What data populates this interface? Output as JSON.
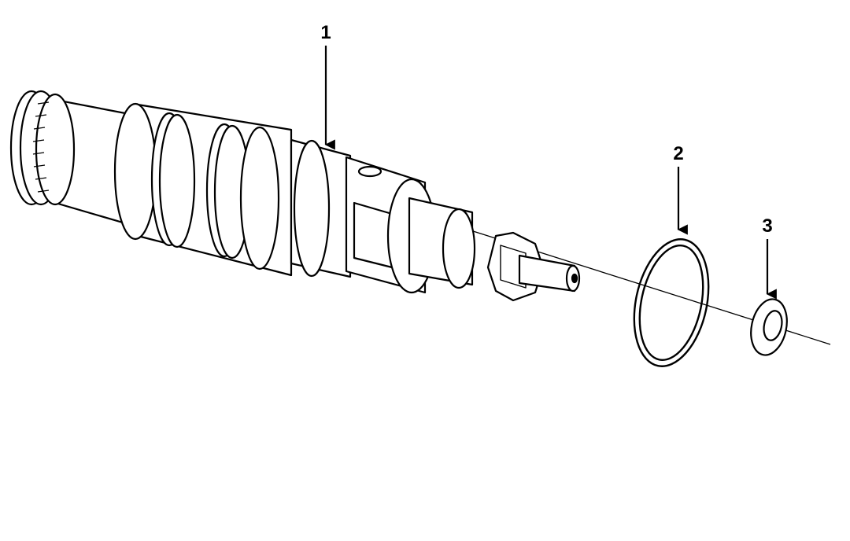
{
  "diagram": {
    "type": "exploded-parts-view",
    "callouts": [
      {
        "number": "1",
        "part": "injector-body"
      },
      {
        "number": "2",
        "part": "o-ring"
      },
      {
        "number": "3",
        "part": "sealing-washer"
      }
    ],
    "colors": {
      "line": "#000000",
      "background": "#ffffff"
    }
  }
}
